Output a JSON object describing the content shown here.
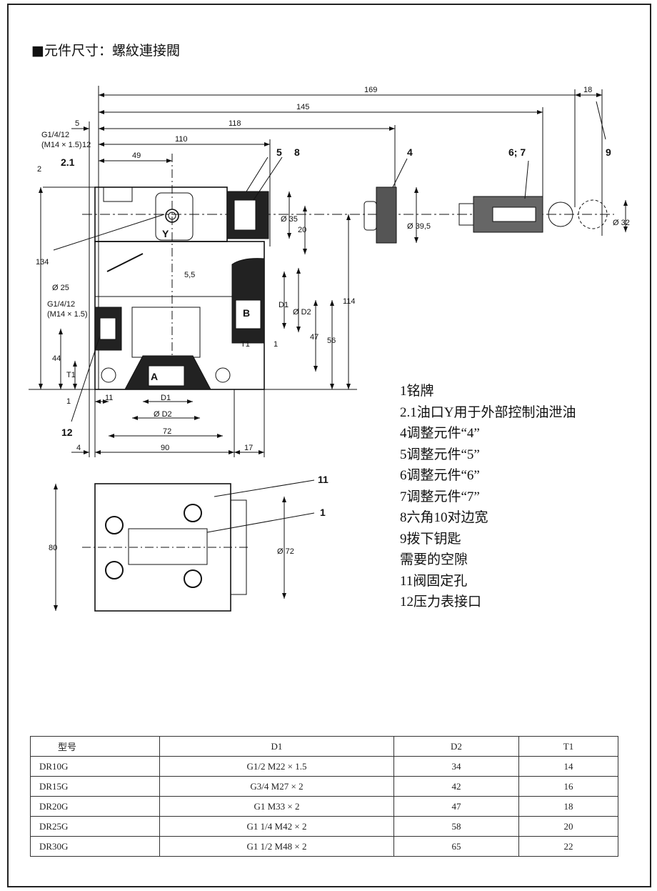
{
  "title": "■元件尺寸：螺紋連接閥",
  "dimensions": {
    "d169": "169",
    "d145": "145",
    "d118": "118",
    "d110": "110",
    "d49": "49",
    "d5": "5",
    "d18": "18",
    "port_y_thread": "G1/4/12",
    "port_y_metric": "(M14 × 1.5)",
    "d12": "12",
    "ref21": "2.1",
    "d2": "2",
    "d134": "134",
    "d35": "Ø 35",
    "d20": "20",
    "d395": "Ø 39,5",
    "d32": "Ø 32",
    "d55": "5,5",
    "d25": "Ø 25",
    "gauge_thread": "G1/4/12",
    "gauge_metric": "(M14 × 1.5)",
    "d44": "44",
    "t1": "T1",
    "d1v": "1",
    "d11": "11",
    "D1": "D1",
    "D2": "Ø D2",
    "d72": "72",
    "d90": "90",
    "d4": "4",
    "d17": "17",
    "d114": "114",
    "d56": "56",
    "d47": "47",
    "t1b": "T1",
    "d1b": "1",
    "D1v": "D1",
    "D2v": "Ø D2",
    "d80": "80",
    "d72v": "Ø 72"
  },
  "callouts": {
    "c1": "1",
    "c4": "4",
    "c5": "5",
    "c8": "8",
    "c67": "6; 7",
    "c9": "9",
    "c11": "11",
    "c12": "12",
    "c1b": "1"
  },
  "port_labels": {
    "Y": "Y",
    "A": "A",
    "B": "B"
  },
  "legend": [
    "1铭牌",
    "2.1油口Y用于外部控制油泄油",
    "4调整元件“4”",
    "5调整元件“5”",
    "6调整元件“6”",
    "7调整元件“7”",
    "8六角10对边宽",
    "9拨下钥匙",
    "需要的空隙",
    "11阀固定孔",
    "12压力表接口"
  ],
  "table": {
    "headers": [
      "型号",
      "D1",
      "D2",
      "T1"
    ],
    "rows": [
      [
        "DR10G",
        "G1/2 M22 × 1.5",
        "34",
        "14"
      ],
      [
        "DR15G",
        "G3/4 M27 × 2",
        "42",
        "16"
      ],
      [
        "DR20G",
        "G1 M33 × 2",
        "47",
        "18"
      ],
      [
        "DR25G",
        "G1 1/4 M42 × 2",
        "58",
        "20"
      ],
      [
        "DR30G",
        "G1 1/2 M48 × 2",
        "65",
        "22"
      ]
    ]
  }
}
